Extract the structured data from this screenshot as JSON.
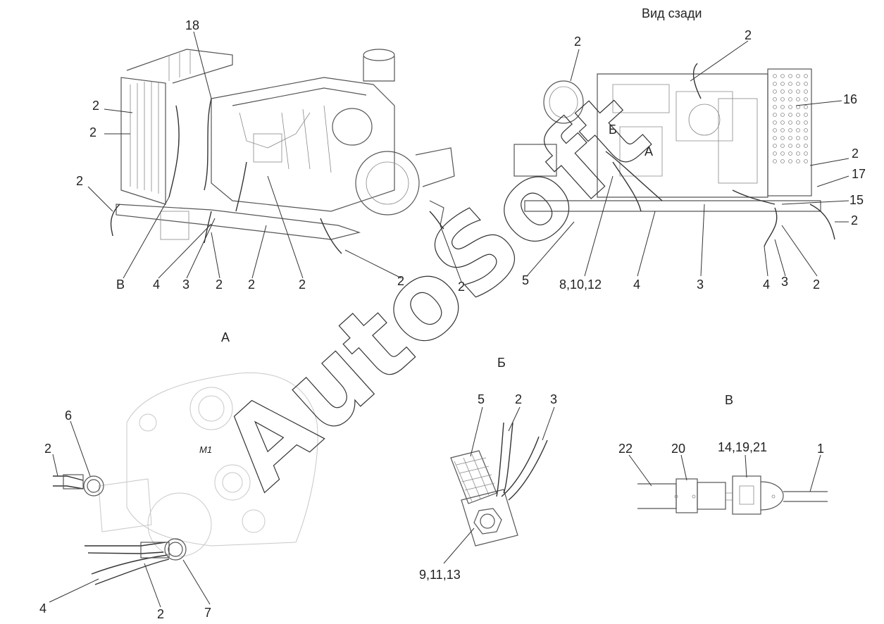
{
  "titles": {
    "rear_view": "Вид сзади",
    "detail_a": "А",
    "detail_b": "Б",
    "detail_v": "В",
    "mark_b": "Б",
    "mark_a": "А",
    "motor": "M1"
  },
  "watermark": "AutoSoft",
  "labels": {
    "l18": "18",
    "l2a": "2",
    "l2b": "2",
    "l2c": "2",
    "lB": "В",
    "l4a": "4",
    "l3a": "3",
    "l2d": "2",
    "l2e": "2",
    "l2f": "2",
    "l2g": "2",
    "l2h": "2",
    "l2i": "2",
    "l2j": "2",
    "l16": "16",
    "l2k": "2",
    "l17": "17",
    "l15": "15",
    "l2l": "2",
    "l5": "5",
    "l81012": "8,10,12",
    "l4b": "4",
    "l3b": "3",
    "l4c": "4",
    "l3c": "3",
    "l2m": "2",
    "l6": "6",
    "l2n": "2",
    "l4d": "4",
    "l2o": "2",
    "l7": "7",
    "l5b": "5",
    "l2p": "2",
    "l3d": "3",
    "l91113": "9,11,13",
    "l22": "22",
    "l20": "20",
    "l141921": "14,19,21",
    "l1": "1"
  }
}
